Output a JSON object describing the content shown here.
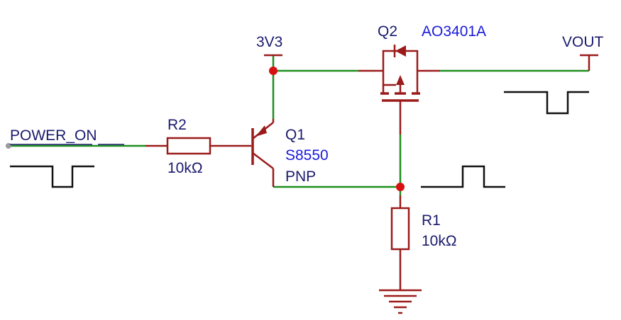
{
  "nets": {
    "input": "POWER_ON",
    "supply": "3V3",
    "output": "VOUT"
  },
  "components": {
    "r2": {
      "ref": "R2",
      "value": "10kΩ"
    },
    "q1": {
      "ref": "Q1",
      "part": "S8550",
      "type": "PNP"
    },
    "q2": {
      "ref": "Q2",
      "part": "AO3401A"
    },
    "r1": {
      "ref": "R1",
      "value": "10kΩ"
    }
  },
  "colors": {
    "wire": "#1f8f1f",
    "component": "#9b1b1b",
    "junction": "#d81010",
    "label_dark": "#1a1a6e",
    "label_blue": "#1a1adc",
    "waveform": "#111111"
  },
  "waveforms": [
    {
      "location": "POWER_ON input",
      "pulse": "low"
    },
    {
      "location": "Q1 collector / gate node",
      "pulse": "high"
    },
    {
      "location": "VOUT output",
      "pulse": "low"
    }
  ]
}
